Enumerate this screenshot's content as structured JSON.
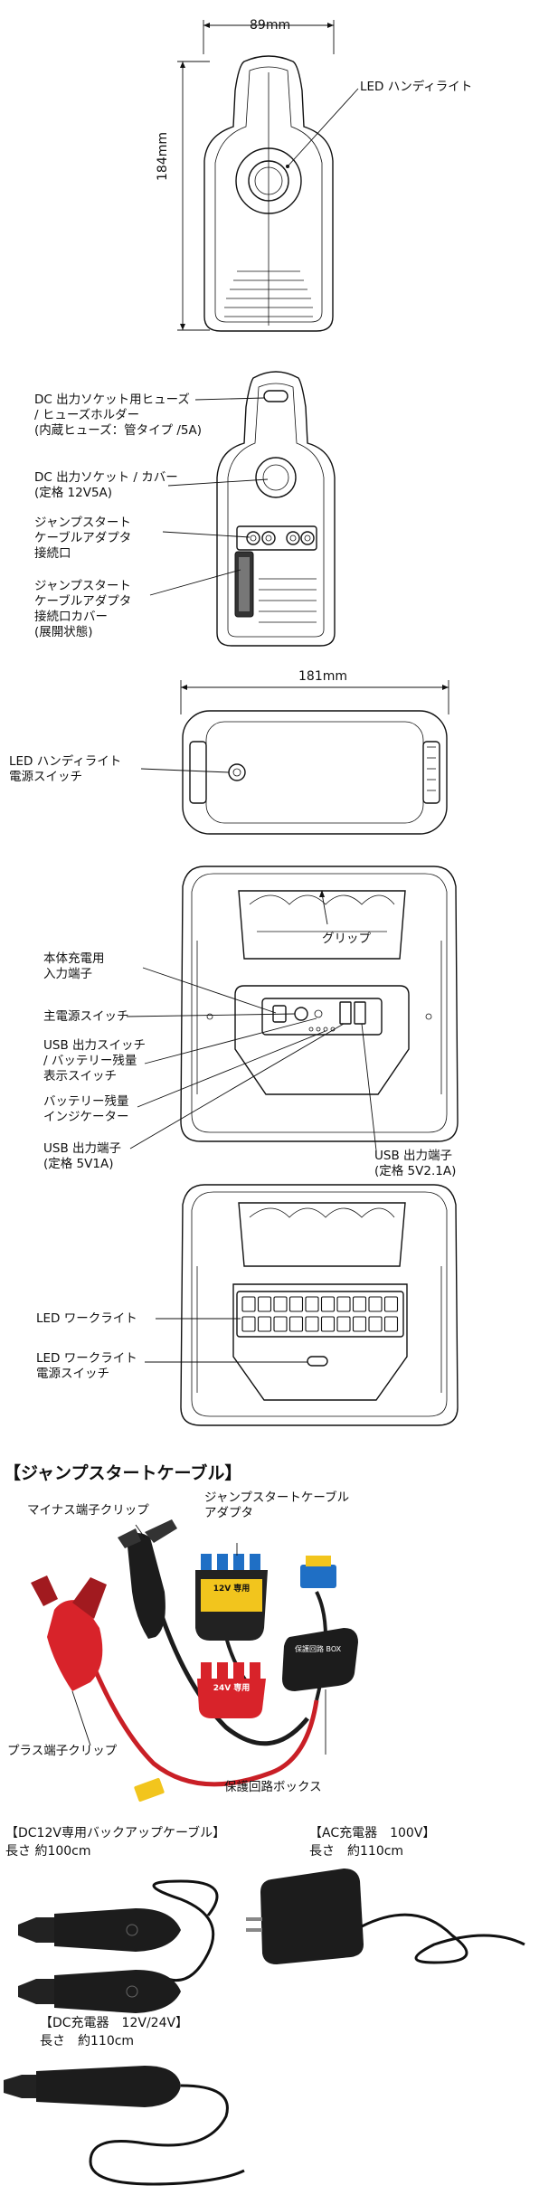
{
  "figure1": {
    "width_dim": "89mm",
    "height_dim": "184mm",
    "callouts": {
      "led_handy_light": "LED ハンディライト"
    }
  },
  "figure2": {
    "callouts": {
      "fuse_holder": "DC 出力ソケット用ヒューズ\n/ ヒューズホルダー\n(内蔵ヒューズ：管タイプ /5A)",
      "dc_socket": "DC 出力ソケット / カバー\n(定格 12V5A)",
      "jump_port": "ジャンプスタート\nケーブルアダプタ\n接続口",
      "jump_port_cover": "ジャンプスタート\nケーブルアダプタ\n接続口カバー\n(展開状態)"
    }
  },
  "figure3": {
    "width_dim": "181mm",
    "callouts": {
      "led_switch": "LED ハンディライト\n電源スイッチ"
    }
  },
  "figure4": {
    "callouts": {
      "grip": "グリップ",
      "charge_port": "本体充電用\n入力端子",
      "main_switch": "主電源スイッチ",
      "usb_switch": "USB 出力スイッチ\n/ バッテリー残量\n表示スイッチ",
      "battery_indicator": "バッテリー残量\nインジケーター",
      "usb_port_1a": "USB 出力端子\n(定格 5V1A)",
      "usb_port_21a": "USB 出力端子\n(定格 5V2.1A)"
    }
  },
  "figure5": {
    "callouts": {
      "work_light": "LED ワークライト",
      "work_light_switch": "LED ワークライト\n電源スイッチ"
    }
  },
  "jump_cable_section": {
    "heading": "【ジャンプスタートケーブル】",
    "callouts": {
      "minus_clip": "マイナス端子クリップ",
      "adapter": "ジャンプスタートケーブル\nアダプタ",
      "plus_clip": "プラス端子クリップ",
      "protection_box": "保護回路ボックス"
    },
    "adapter_12v_label": "12V 専用",
    "adapter_24v_label": "24V 専用",
    "box_label": "保護回路 BOX"
  },
  "accessories": {
    "dc12v_cable": {
      "title": "【DC12V専用バックアップケーブル】",
      "length": "長さ 約100cm"
    },
    "ac_charger": {
      "title": "【AC充電器　100V】",
      "length": "長さ　約110cm"
    },
    "dc_charger": {
      "title": "【DC充電器　12V/24V】",
      "length": "長さ　約110cm"
    }
  },
  "colors": {
    "clip_red": "#d8232a",
    "clip_black": "#1c1c1c",
    "adapter_blue": "#1f6fc5",
    "adapter_red": "#d8232a",
    "label_yellow": "#f2c51d",
    "adapter_black": "#222222"
  }
}
